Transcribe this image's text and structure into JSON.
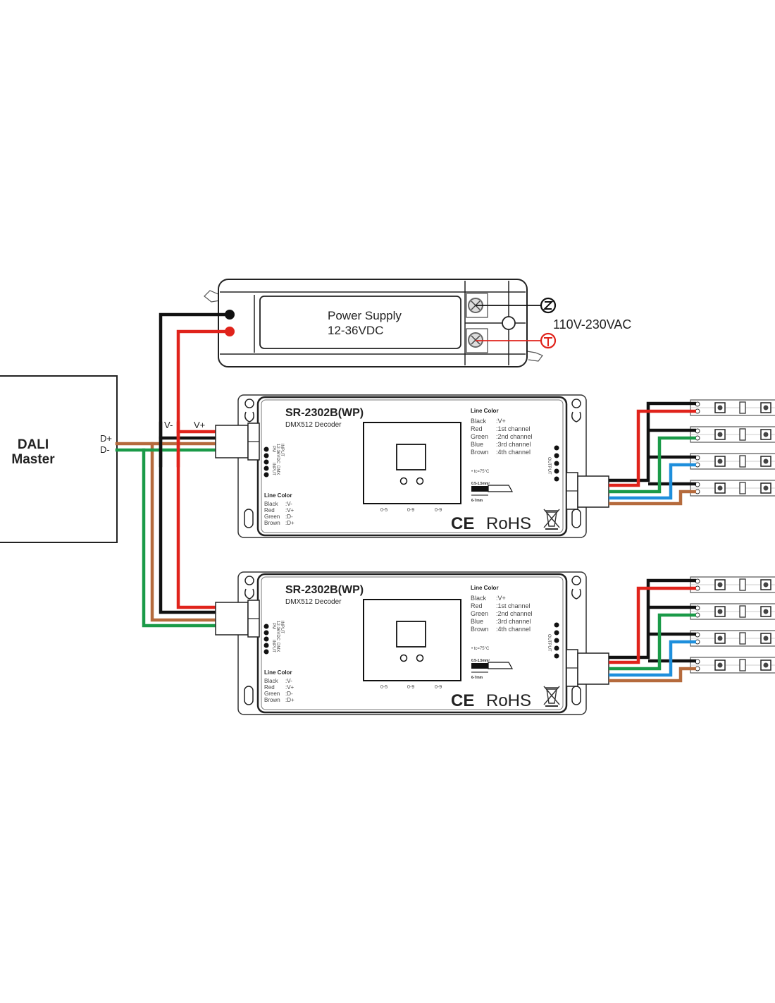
{
  "colors": {
    "black": "#111111",
    "red": "#e0231b",
    "green": "#1a9a48",
    "blue": "#1e8fdc",
    "brown": "#b56a3c",
    "outline": "#222222"
  },
  "power_supply": {
    "title": "Power Supply",
    "voltage": "12-36VDC",
    "ac_input": "110V-230VAC",
    "neutral_symbol": "N",
    "live_symbol": "L"
  },
  "dali_master": {
    "line1": "DALI",
    "line2": "Master",
    "terminal_plus": "D+",
    "terminal_minus": "D-"
  },
  "bus_labels": {
    "v_minus": "V-",
    "v_plus": "V+"
  },
  "decoders": [
    {
      "model": "SR-2302B(WP)",
      "subtitle": "DMX512 Decoder",
      "input_label_1": "INPUT",
      "input_label_2": "12-36VDC",
      "input_label_3": "PM",
      "input_label_4": "DMX",
      "input_label_5": "INPUT",
      "input_line_color_title": "Line Color",
      "input_line_colors": [
        {
          "color": "Black",
          "meaning": ":V-"
        },
        {
          "color": "Red",
          "meaning": ":V+"
        },
        {
          "color": "Green",
          "meaning": ":D-"
        },
        {
          "color": "Brown",
          "meaning": ":D+"
        }
      ],
      "output_line_color_title": "Line Color",
      "output_line_colors": [
        {
          "color": "Black",
          "meaning": ":V+"
        },
        {
          "color": "Red",
          "meaning": ":1st channel"
        },
        {
          "color": "Green",
          "meaning": ":2nd channel"
        },
        {
          "color": "Blue",
          "meaning": ":3rd channel"
        },
        {
          "color": "Brown",
          "meaning": ":4th channel"
        }
      ],
      "temp_note": "• tc=75°C",
      "wire_gauge": "0.5-1.5mm²",
      "strip_length": "6-7mm",
      "output_label": "OUTPUT",
      "dial_labels": [
        "0-5",
        "0-9",
        "0-9"
      ],
      "ce_mark": "CE",
      "rohs": "RoHS"
    },
    {
      "model": "SR-2302B(WP)",
      "subtitle": "DMX512 Decoder",
      "input_label_1": "INPUT",
      "input_label_2": "12-36VDC",
      "input_label_3": "PM",
      "input_label_4": "DMX",
      "input_label_5": "INPUT",
      "input_line_color_title": "Line Color",
      "input_line_colors": [
        {
          "color": "Black",
          "meaning": ":V-"
        },
        {
          "color": "Red",
          "meaning": ":V+"
        },
        {
          "color": "Green",
          "meaning": ":D-"
        },
        {
          "color": "Brown",
          "meaning": ":D+"
        }
      ],
      "output_line_color_title": "Line Color",
      "output_line_colors": [
        {
          "color": "Black",
          "meaning": ":V+"
        },
        {
          "color": "Red",
          "meaning": ":1st channel"
        },
        {
          "color": "Green",
          "meaning": ":2nd channel"
        },
        {
          "color": "Blue",
          "meaning": ":3rd channel"
        },
        {
          "color": "Brown",
          "meaning": ":4th channel"
        }
      ],
      "temp_note": "• tc=75°C",
      "wire_gauge": "0.5-1.5mm²",
      "strip_length": "6-7mm",
      "output_label": "OUTPUT",
      "dial_labels": [
        "0-5",
        "0-9",
        "0-9"
      ],
      "ce_mark": "CE",
      "rohs": "RoHS"
    }
  ],
  "led_strips": {
    "per_decoder": 4,
    "channel_colors": [
      "red",
      "green",
      "blue",
      "brown"
    ]
  }
}
